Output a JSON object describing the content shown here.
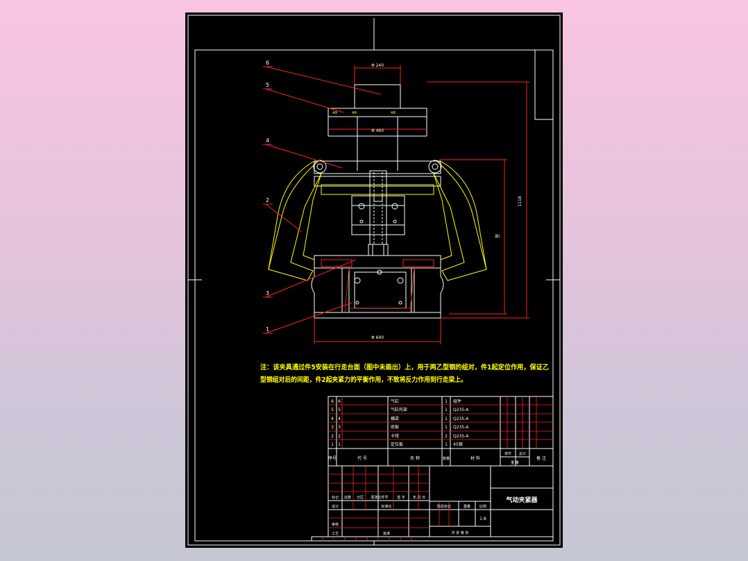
{
  "drawing": {
    "title": "气动夹紧器",
    "note_line1": "注：该夹具通过件5安装在行走台面（图中未画出）上，用于两乙型钢的组对，件1起定位作用，保证乙",
    "note_line2": "型钢组对后的间距，件2起夹紧力的平衡作用，不致将反力作用到行走梁上。",
    "dims": {
      "d240": "Φ 240",
      "d460": "Φ 460",
      "d640": "Φ 640",
      "h1118": "1118",
      "h_mid": "型"
    },
    "callouts": [
      "6",
      "5",
      "4",
      "2",
      "3",
      "1"
    ],
    "bolt_marks": [
      "4Φ",
      "4Φ",
      "4Φ"
    ]
  },
  "bom": {
    "rows": [
      {
        "no": "6",
        "code": "6",
        "name": "气缸",
        "qty": "1",
        "material": "组件"
      },
      {
        "no": "5",
        "code": "5",
        "name": "气缸托架",
        "qty": "1",
        "material": "Q235-A"
      },
      {
        "no": "4",
        "code": "4",
        "name": "横梁",
        "qty": "1",
        "material": "Q235-A"
      },
      {
        "no": "3",
        "code": "3",
        "name": "底板",
        "qty": "1",
        "material": "Q235-A"
      },
      {
        "no": "2",
        "code": "2",
        "name": "卡钳",
        "qty": "2",
        "material": "Q235-A"
      },
      {
        "no": "1",
        "code": "1",
        "name": "定位板",
        "qty": "1",
        "material": "45钢"
      }
    ],
    "headers": {
      "no": "序号",
      "code": "代  号",
      "name": "名  称",
      "qty": "数量",
      "material": "材  料",
      "unit_weight": "单件",
      "total_weight": "总计",
      "weight": "重  量",
      "remark": "备  注"
    }
  },
  "title_block": {
    "mark": "标记",
    "count": "处数",
    "zone": "分区",
    "change_doc": "更改文件号",
    "sign": "签  字",
    "date": "年.月.日",
    "design": "设计",
    "standardize": "标准化",
    "stage_mark": "阶段标记",
    "weight": "重量",
    "scale": "比例",
    "scale_value": "1:8",
    "review": "审核",
    "process": "工艺",
    "approve": "批准",
    "sheets": "共    张  第    张"
  }
}
